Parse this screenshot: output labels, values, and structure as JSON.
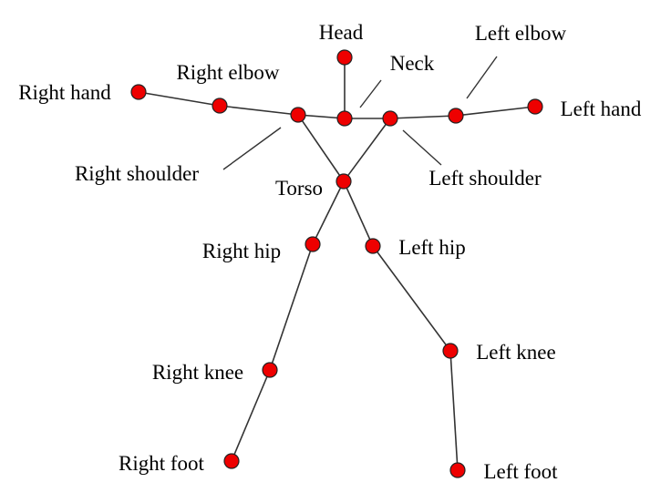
{
  "diagram": {
    "joints": [
      {
        "id": "head",
        "label": "Head"
      },
      {
        "id": "neck",
        "label": "Neck"
      },
      {
        "id": "torso",
        "label": "Torso"
      },
      {
        "id": "right-shoulder",
        "label": "Right shoulder"
      },
      {
        "id": "right-elbow",
        "label": "Right elbow"
      },
      {
        "id": "right-hand",
        "label": "Right hand"
      },
      {
        "id": "left-shoulder",
        "label": "Left shoulder"
      },
      {
        "id": "left-elbow",
        "label": "Left elbow"
      },
      {
        "id": "left-hand",
        "label": "Left hand"
      },
      {
        "id": "right-hip",
        "label": "Right hip"
      },
      {
        "id": "right-knee",
        "label": "Right knee"
      },
      {
        "id": "right-foot",
        "label": "Right foot"
      },
      {
        "id": "left-hip",
        "label": "Left hip"
      },
      {
        "id": "left-knee",
        "label": "Left knee"
      },
      {
        "id": "left-foot",
        "label": "Left foot"
      }
    ],
    "bones": [
      [
        "head",
        "neck"
      ],
      [
        "right-hand",
        "right-elbow"
      ],
      [
        "right-elbow",
        "right-shoulder"
      ],
      [
        "right-shoulder",
        "neck"
      ],
      [
        "neck",
        "left-shoulder"
      ],
      [
        "left-shoulder",
        "left-elbow"
      ],
      [
        "left-elbow",
        "left-hand"
      ],
      [
        "right-shoulder",
        "torso"
      ],
      [
        "left-shoulder",
        "torso"
      ],
      [
        "torso",
        "right-hip"
      ],
      [
        "right-hip",
        "right-knee"
      ],
      [
        "right-knee",
        "right-foot"
      ],
      [
        "torso",
        "left-hip"
      ],
      [
        "left-hip",
        "left-knee"
      ],
      [
        "left-knee",
        "left-foot"
      ]
    ],
    "colors": {
      "joint_fill": "#ee0000",
      "joint_stroke": "#222222",
      "line": "#333333",
      "text": "#000000"
    }
  }
}
